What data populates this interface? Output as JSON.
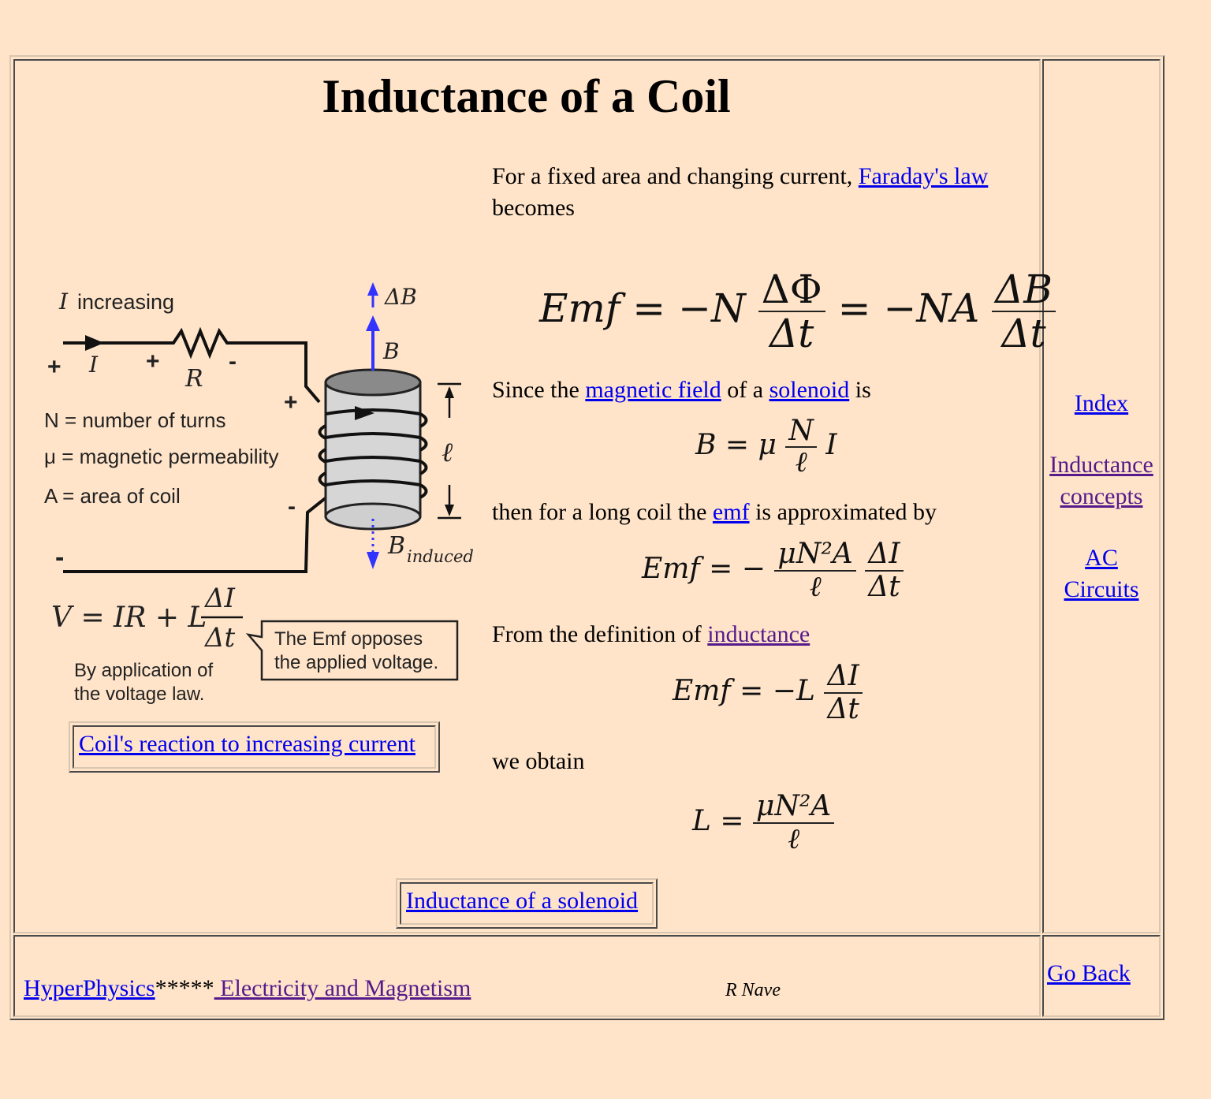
{
  "page": {
    "title": "Inductance of a Coil"
  },
  "text": {
    "p1_prefix": "For a fixed area and changing current, ",
    "p1_link": "Faraday's law",
    "p1_suffix": "becomes",
    "p2_prefix": "Since the ",
    "p2_link1": "magnetic field",
    "p2_mid": " of a ",
    "p2_link2": "solenoid",
    "p2_suffix": " is",
    "p3_prefix": "then for a long coil the ",
    "p3_link": "emf",
    "p3_suffix": " is approximated by",
    "p4_prefix": "From the definition of ",
    "p4_link": "inductance",
    "p5": "we obtain"
  },
  "diagram": {
    "i_increasing": "increasing",
    "i_symbol": "I",
    "r_symbol": "R",
    "plus": "+",
    "minus": "-",
    "delta_b": "ΔB",
    "b": "B",
    "b_induced_main": "B",
    "b_induced_sub": "induced",
    "ell": "ℓ",
    "legend_n": "N = number of turns",
    "legend_mu": "μ = magnetic permeability",
    "legend_a": "A = area of coil",
    "voltage_eq_left": "V = IR + L",
    "voltage_num": "ΔI",
    "voltage_den": "Δt",
    "callout_line1": "The Emf opposes",
    "callout_line2": "the applied voltage.",
    "caption_line1": "By application of",
    "caption_line2": "the voltage law."
  },
  "equations": {
    "emf_lhs": "Emf = −N",
    "dphi": "ΔΦ",
    "dt": "Δt",
    "mid": "= −NA",
    "db": "ΔB",
    "b_lhs": "B = μ",
    "n": "N",
    "l": "ℓ",
    "i": "I",
    "emf2_lhs": "Emf = −",
    "mun2a": "μN²A",
    "di": "ΔI",
    "emf3_lhs": "Emf = −L",
    "l_lhs": "L ="
  },
  "links": {
    "coil_reaction": "Coil's reaction to increasing current",
    "solenoid_inductance": "Inductance of a solenoid"
  },
  "sidebar": {
    "index": "Index",
    "inductance_concepts_1": "Inductance",
    "inductance_concepts_2": "concepts",
    "ac_1": "AC",
    "ac_2": "Circuits"
  },
  "footer": {
    "hyperphysics": "HyperPhysics",
    "stars": "*****",
    "em": " Electricity and Magnetism",
    "author": "R Nave",
    "go_back": "Go Back"
  },
  "colors": {
    "background": "#ffe4c9",
    "link": "#0000ee",
    "visited": "#551a8b",
    "arrow": "#3333ff"
  }
}
